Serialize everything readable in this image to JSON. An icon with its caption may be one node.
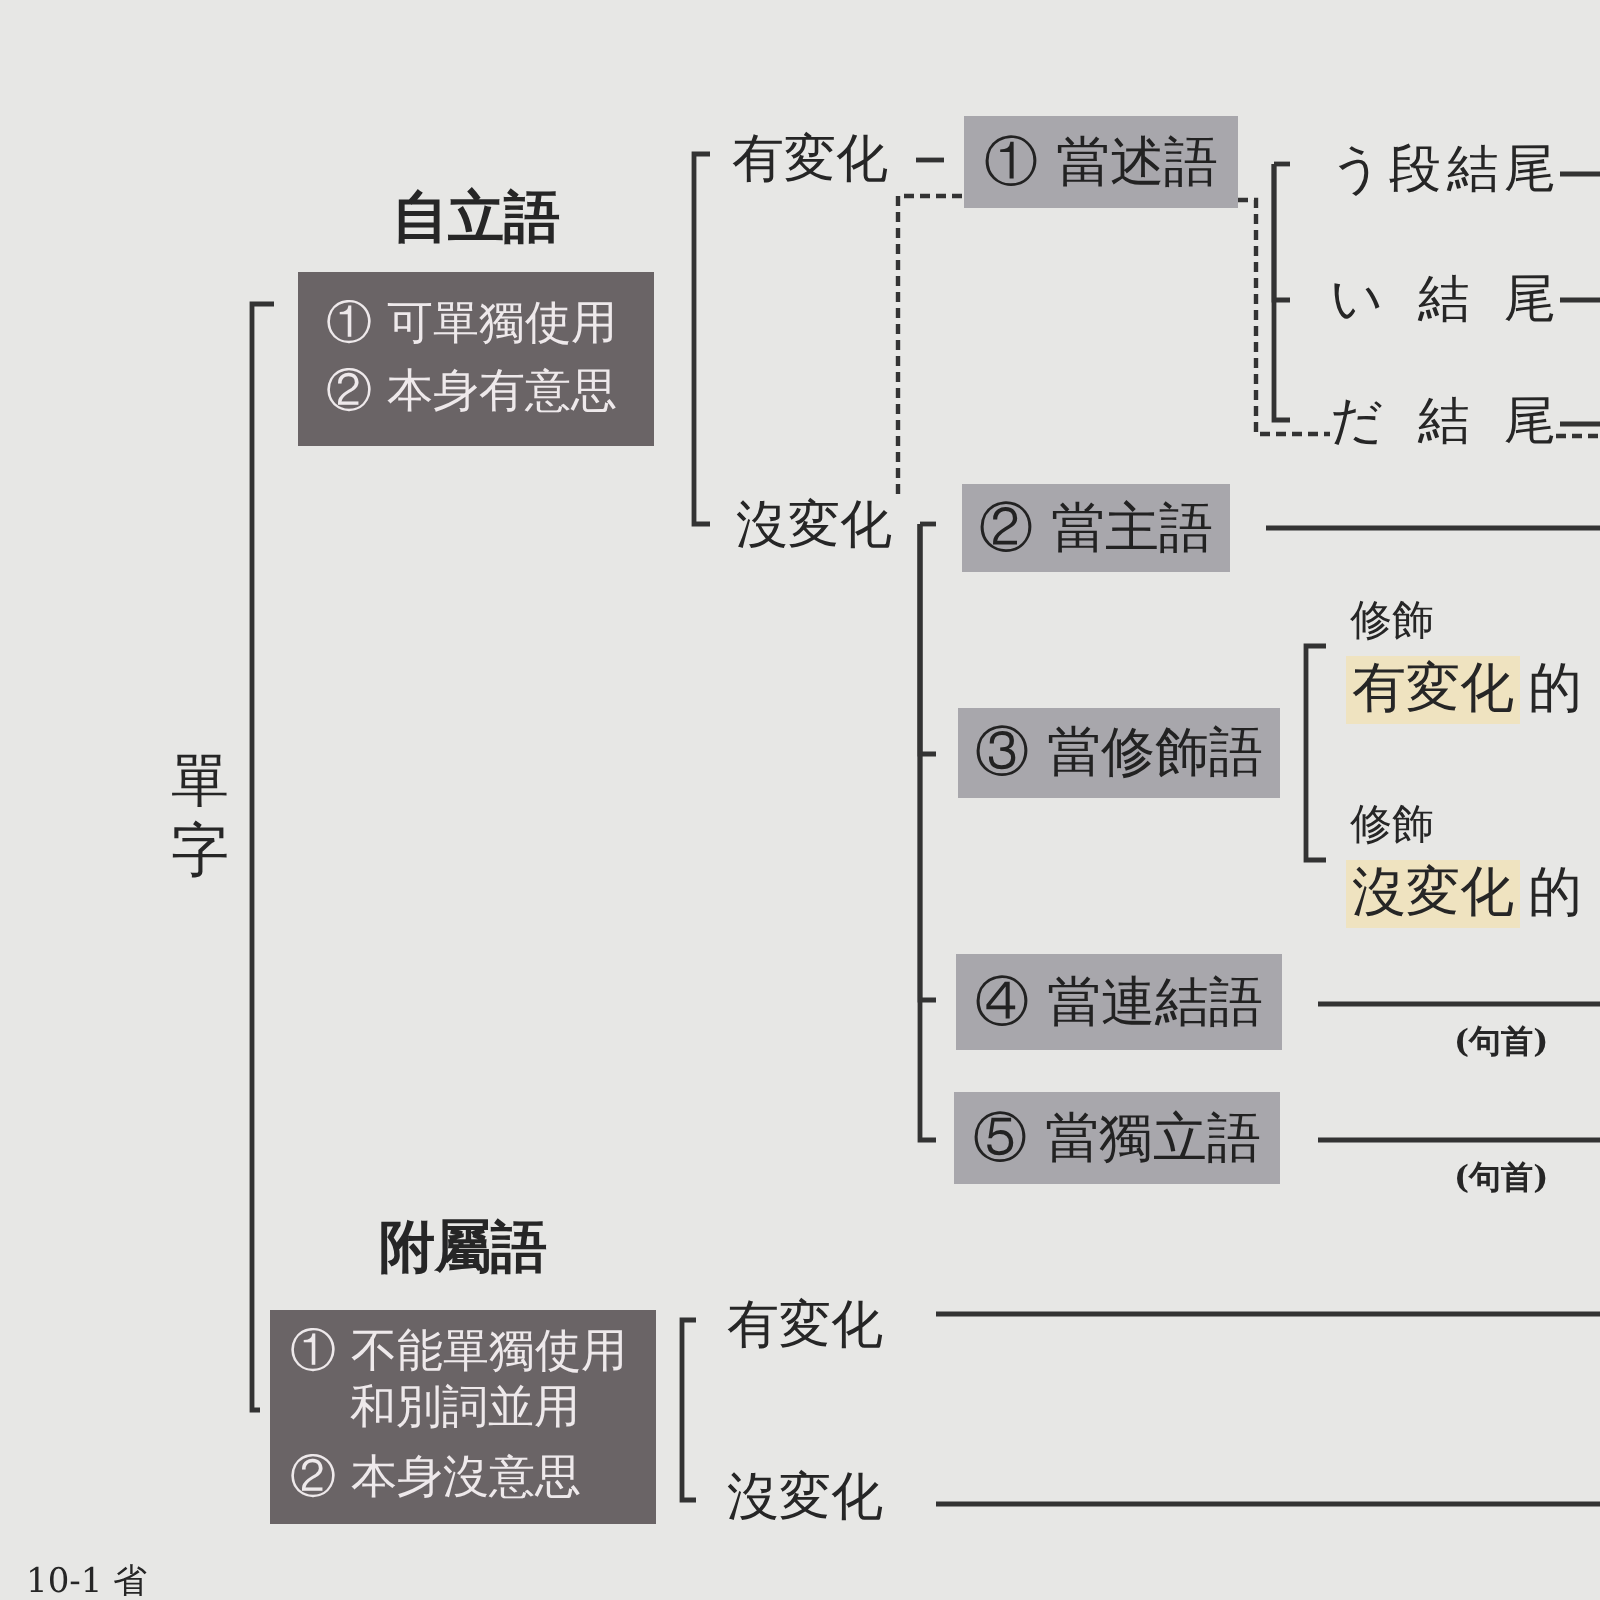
{
  "diagram": {
    "nodes": [
      {
        "text": [
          "單字"
        ]
      },
      {
        "text": [
          "自立語",
          "① 可單獨使用",
          "② 本身有意思"
        ]
      },
      {
        "text": [
          "有変化"
        ]
      },
      {
        "text": [
          "沒変化"
        ]
      },
      {
        "text": [
          "① 當述語"
        ]
      },
      {
        "text": [
          "う段結尾"
        ]
      },
      {
        "text": [
          "い 結 尾"
        ]
      },
      {
        "text": [
          "だ 結 尾"
        ]
      },
      {
        "text": [
          "② 當主語"
        ]
      },
      {
        "text": [
          "③ 當修飾語"
        ]
      },
      {
        "text": [
          "修飾",
          "有変化",
          "的"
        ]
      },
      {
        "text": [
          "修飾",
          "沒変化",
          "的"
        ]
      },
      {
        "text": [
          "④ 當連結語"
        ]
      },
      {
        "text": [
          "⑤ 當獨立語"
        ]
      },
      {
        "text": [
          "附屬語",
          "① 不能單獨使用和別詞並用",
          "② 本身沒意思"
        ]
      },
      {
        "text": [
          "有変化"
        ]
      },
      {
        "text": [
          "沒変化"
        ]
      }
    ],
    "edges": [
      {
        "from": 0,
        "to": 1,
        "arrow": "none"
      },
      {
        "from": 0,
        "to": 14,
        "arrow": "none"
      },
      {
        "from": 1,
        "to": 2,
        "arrow": "none"
      },
      {
        "from": 1,
        "to": 3,
        "arrow": "none"
      },
      {
        "from": 2,
        "to": 4,
        "arrow": "none"
      },
      {
        "from": 3,
        "to": 4,
        "arrow": "none",
        "style": "dashed"
      },
      {
        "from": 3,
        "to": 8,
        "arrow": "none"
      },
      {
        "from": 3,
        "to": 9,
        "arrow": "none"
      },
      {
        "from": 3,
        "to": 12,
        "arrow": "none"
      },
      {
        "from": 3,
        "to": 13,
        "arrow": "none"
      },
      {
        "from": 4,
        "to": 5,
        "arrow": "none"
      },
      {
        "from": 4,
        "to": 6,
        "arrow": "none"
      },
      {
        "from": 4,
        "to": 7,
        "arrow": "none"
      },
      {
        "from": 4,
        "to": 7,
        "arrow": "none",
        "style": "dashed"
      },
      {
        "from": 5,
        "to": null,
        "arrow": "none"
      },
      {
        "from": 6,
        "to": null,
        "arrow": "none"
      },
      {
        "from": 7,
        "to": null,
        "arrow": "none"
      },
      {
        "from": 7,
        "to": null,
        "arrow": "none",
        "style": "dashed"
      },
      {
        "from": 8,
        "to": null,
        "arrow": "none"
      },
      {
        "from": 9,
        "to": 10,
        "arrow": "none"
      },
      {
        "from": 9,
        "to": 11,
        "arrow": "none"
      },
      {
        "from": 12,
        "to": null,
        "arrow": "none"
      },
      {
        "from": 13,
        "to": null,
        "arrow": "none"
      },
      {
        "from": 14,
        "to": 15,
        "arrow": "none"
      },
      {
        "from": 14,
        "to": 16,
        "arrow": "none"
      },
      {
        "from": 15,
        "to": null,
        "arrow": "none"
      },
      {
        "from": 16,
        "to": null,
        "arrow": "none"
      }
    ],
    "labels": [
      "(句首)",
      "(句首)",
      "10-1 省"
    ]
  }
}
